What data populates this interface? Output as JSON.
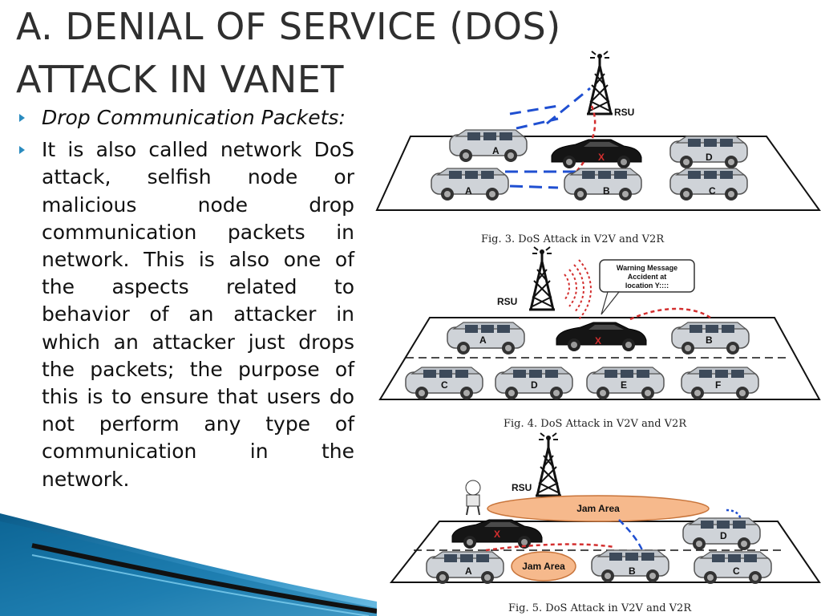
{
  "title": {
    "line1": "A. DENIAL OF SERVICE (DOS)",
    "line2": "ATTACK IN VANET"
  },
  "bullets": [
    "Drop Communication Packets:",
    "It is also called network DoS attack, selfish node or malicious node drop communication packets in network. This is also one of the aspects related to behavior of an attacker in which an attacker just drops the packets; the purpose of this is to ensure that users do not perform any type of communication in the network."
  ],
  "colors": {
    "bullet": "#2a8bbf",
    "accent_blue": "#2e86c1",
    "attack_red": "#d32f2f",
    "jam_fill": "#f4b183"
  },
  "figures": {
    "fig3": {
      "caption": "Fig. 3.  DoS Attack in V2V and V2R",
      "rsu": "RSU",
      "cars": [
        "A",
        "D",
        "A",
        "B",
        "C"
      ],
      "attacker_mark": "X"
    },
    "fig4": {
      "caption": "Fig. 4.  DoS Attack in V2V and V2R",
      "rsu": "RSU",
      "warning_lines": [
        "Warning Message",
        "Accident at",
        "location Y::::"
      ],
      "cars": [
        "A",
        "B",
        "C",
        "D",
        "E",
        "F"
      ],
      "attacker_mark": "X"
    },
    "fig5": {
      "caption": "Fig. 5.  DoS Attack in V2V and V2R",
      "rsu": "RSU",
      "jam_top": "Jam Area",
      "jam_bottom": "Jam Area",
      "cars": [
        "D",
        "A",
        "B",
        "C"
      ],
      "attacker_mark": "X"
    }
  }
}
